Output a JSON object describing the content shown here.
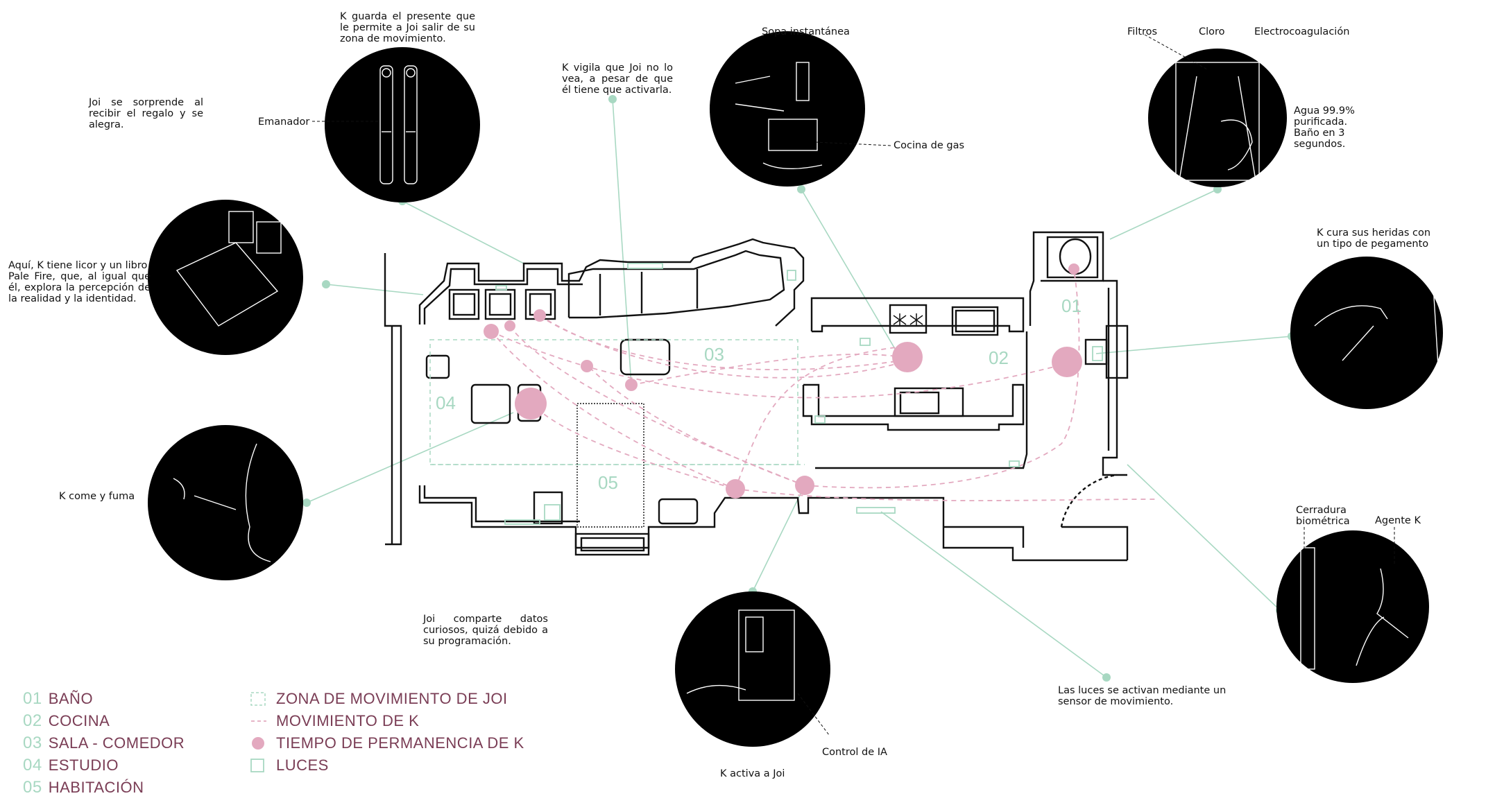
{
  "annotations": {
    "joi_sorprende": "Joi se sorprende al recibir el regalo y se alegra.",
    "k_guarda": "K guarda el presente que le permite a Joi salir de su zona de movimiento.",
    "emanador": "Emanador",
    "k_vigila": "K vigila que Joi no lo vea, a pesar de que él tiene que activarla.",
    "sopa": "Sopa instantánea",
    "cocina_gas": "Cocina de gas",
    "filtros": "Filtros",
    "cloro": "Cloro",
    "electro": "Electrocoagulación",
    "agua": "Agua 99.9% purificada. Baño en 3 segundos.",
    "k_licor": "Aquí, K tiene licor y un libro, Pale Fire, que, al igual que él, explora la percepción de la realidad y la identidad.",
    "k_cura": "K cura sus heridas con un tipo de pegamento",
    "k_come": "K come y fuma",
    "cerradura": "Cerradura biométrica",
    "agente": "Agente K",
    "joi_comparte": "Joi comparte datos curiosos, quizá debido a su programación.",
    "luces_sensor": "Las luces se activan mediante un sensor de movimiento.",
    "control_ia": "Control de IA",
    "k_activa": "K activa a Joi"
  },
  "zones": [
    {
      "num": "01",
      "name": "BAÑO"
    },
    {
      "num": "02",
      "name": "COCINA"
    },
    {
      "num": "03",
      "name": "SALA - COMEDOR"
    },
    {
      "num": "04",
      "name": "ESTUDIO"
    },
    {
      "num": "05",
      "name": "HABITACIÓN"
    }
  ],
  "legend": [
    {
      "symbol": "dashed-square",
      "label": "ZONA DE MOVIMIENTO DE JOI"
    },
    {
      "symbol": "dashed-line",
      "label": "MOVIMIENTO DE K"
    },
    {
      "symbol": "pink-dot",
      "label": "TIEMPO DE PERMANENCIA DE K"
    },
    {
      "symbol": "teal-square",
      "label": "LUCES"
    }
  ],
  "colors": {
    "accent_green": "#a8d8c2",
    "movement_pink": "#e3a9bf",
    "legend_text": "#7a3d55",
    "circle_fill": "#000000"
  }
}
